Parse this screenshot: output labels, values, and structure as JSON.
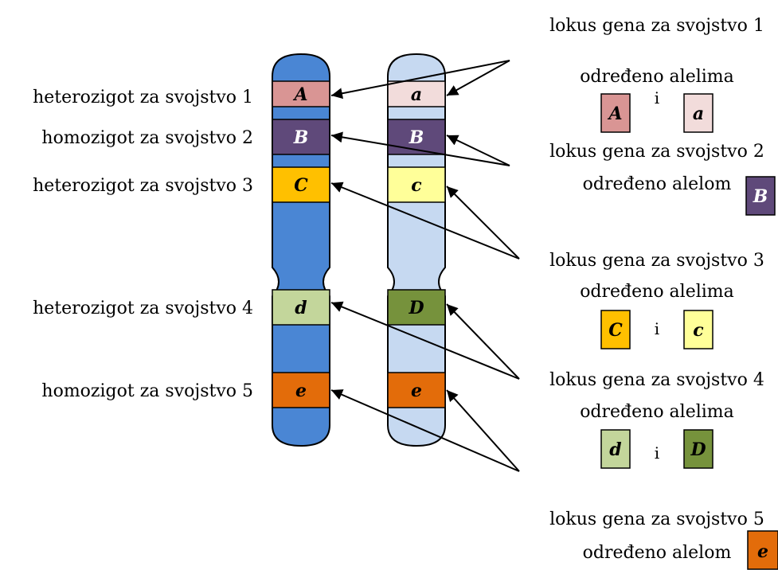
{
  "left_labels": [
    "heterozigot za svojstvo 1",
    "homozigot za svojstvo 2",
    "heterozigot za svojstvo 3",
    "heterozigot za svojstvo 4",
    "homozigot za svojstvo 5"
  ],
  "chromosome_left": {
    "color": "#4a86d4",
    "bands": [
      {
        "allele": "A",
        "color": "#d99594"
      },
      {
        "allele": "B",
        "color": "#5f497a"
      },
      {
        "allele": "C",
        "color": "#ffc000"
      },
      {
        "allele": "d",
        "color": "#c3d69b"
      },
      {
        "allele": "e",
        "color": "#e36c0a"
      }
    ]
  },
  "chromosome_right": {
    "color": "#c6d9f1",
    "bands": [
      {
        "allele": "a",
        "color": "#f2dcdb"
      },
      {
        "allele": "B",
        "color": "#5f497a"
      },
      {
        "allele": "c",
        "color": "#ffff99"
      },
      {
        "allele": "D",
        "color": "#76923c"
      },
      {
        "allele": "e",
        "color": "#e36c0a"
      }
    ]
  },
  "loci": [
    {
      "line1": "lokus gena za svojstvo 1",
      "line2": "određeno alelima",
      "alleles": [
        {
          "allele": "A",
          "color": "#d99594"
        },
        {
          "allele": "a",
          "color": "#f2dcdb"
        }
      ],
      "conjunction": "i"
    },
    {
      "line1": "lokus gena za svojstvo 2",
      "line2": "određeno alelom",
      "alleles": [
        {
          "allele": "B",
          "color": "#5f497a"
        }
      ]
    },
    {
      "line1": "lokus gena za svojstvo 3",
      "line2": "određeno alelima",
      "alleles": [
        {
          "allele": "C",
          "color": "#ffc000"
        },
        {
          "allele": "c",
          "color": "#ffff99"
        }
      ],
      "conjunction": "i"
    },
    {
      "line1": "lokus gena za svojstvo 4",
      "line2": "određeno alelima",
      "alleles": [
        {
          "allele": "d",
          "color": "#c3d69b"
        },
        {
          "allele": "D",
          "color": "#76923c"
        }
      ],
      "conjunction": "i"
    },
    {
      "line1": "lokus gena za svojstvo 5",
      "line2": "određeno alelom",
      "alleles": [
        {
          "allele": "e",
          "color": "#e36c0a"
        }
      ]
    }
  ]
}
